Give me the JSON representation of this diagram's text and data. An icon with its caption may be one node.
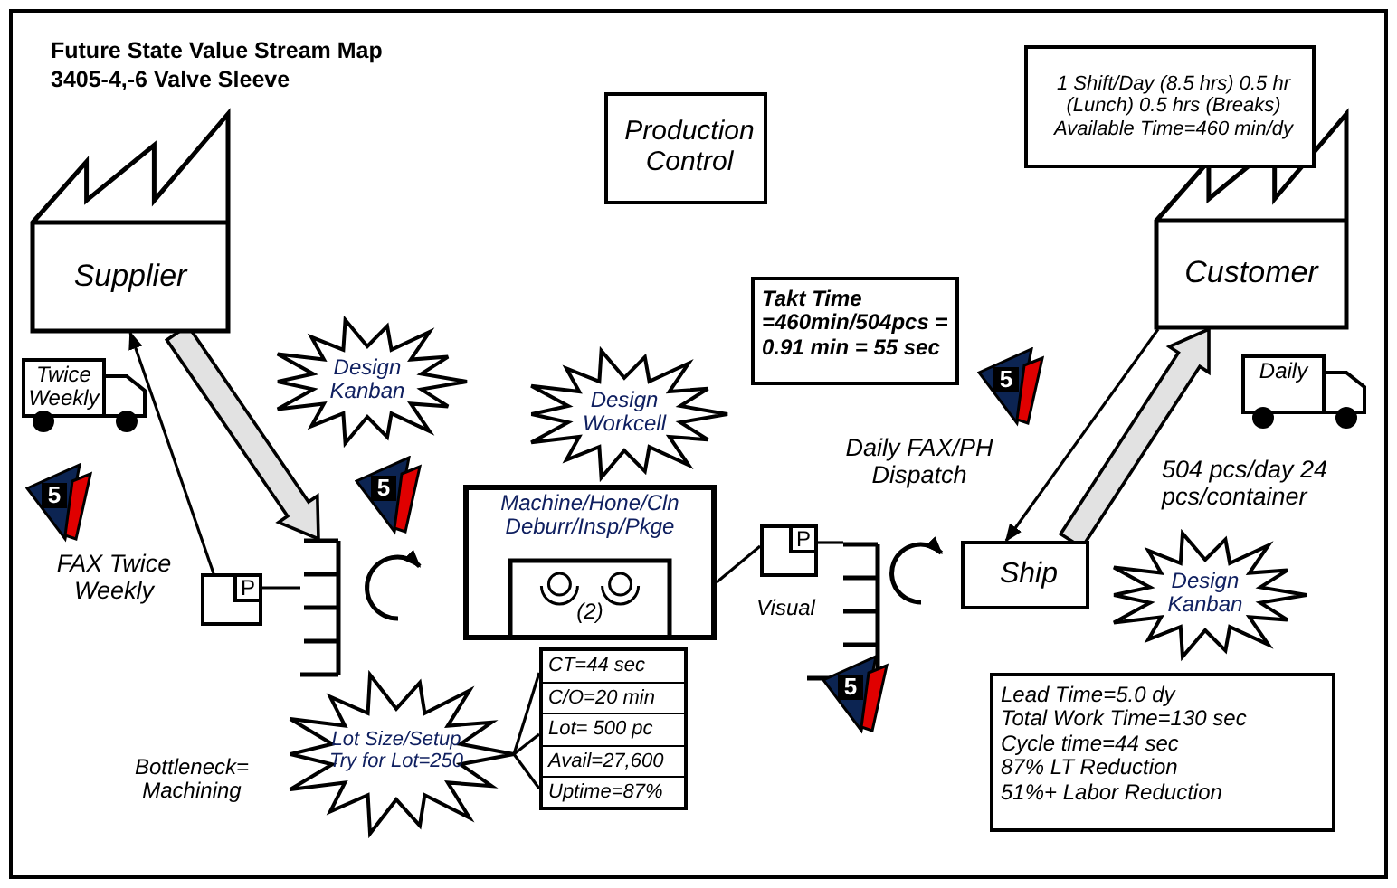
{
  "diagram": {
    "title": "Future State Value Stream Map 3405-4,-6 Valve Sleeve",
    "nodes": [
      {
        "text": [
          "Supplier"
        ]
      },
      {
        "text": [
          "Production Control"
        ]
      },
      {
        "text": [
          "1 Shift/Day (8.5 hrs) 0.5 hr (Lunch) 0.5 hrs (Breaks) Available Time=460 min/dy"
        ]
      },
      {
        "text": [
          "Customer"
        ]
      },
      {
        "text": [
          "Design Kanban"
        ]
      },
      {
        "text": [
          "Takt Time =460min/504pcs = 0.91 min = 55 sec"
        ]
      },
      {
        "text": [
          "Design Workcell"
        ]
      },
      {
        "text": [
          "Twice Weekly"
        ]
      },
      {
        "text": [
          "Daily"
        ]
      },
      {
        "text": [
          "Machine/Hone/Cln Deburr/Insp/Pkge",
          "(2)"
        ]
      },
      {
        "text": [
          "P"
        ]
      },
      {
        "text": [],
        "shape": "supermarket"
      },
      {
        "text": [
          "P"
        ]
      },
      {
        "text": [],
        "shape": "supermarket",
        "beside": [
          "Visual"
        ]
      },
      {
        "text": [
          "Ship"
        ]
      },
      {
        "text": [
          "Design Kanban"
        ]
      },
      {
        "text": [
          "Lot Size/Setup Try for Lot=250"
        ]
      },
      {
        "text": [
          "CT=44 sec",
          "C/O=20 min",
          "Lot= 500 pc",
          "Avail=27,600",
          "Uptime=87%"
        ]
      },
      {
        "text": [
          "Lead Time=5.0 dy",
          "Total Work Time=130 sec",
          "Cycle time=44 sec",
          "87% LT Reduction",
          "51%+ Labor Reduction"
        ]
      }
    ],
    "edges": [
      {
        "from": 10,
        "to": 0,
        "arrow": "to",
        "label": "FAX Twice Weekly"
      },
      {
        "from": 0,
        "to": 11,
        "arrow": "to",
        "style": "thick"
      },
      {
        "from": 10,
        "to": 11,
        "arrow": "none"
      },
      {
        "from": 9,
        "to": 12,
        "arrow": "none"
      },
      {
        "from": 12,
        "to": 13,
        "arrow": "none"
      },
      {
        "from": 3,
        "to": 14,
        "arrow": "to",
        "label": "Daily FAX/PH Dispatch"
      },
      {
        "from": 14,
        "to": 3,
        "arrow": "to",
        "style": "thick"
      },
      {
        "from": 16,
        "to": 17,
        "arrow": "none"
      },
      {
        "from": 16,
        "to": 17,
        "arrow": "none"
      },
      {
        "from": 16,
        "to": 17,
        "arrow": "none"
      }
    ],
    "labels": [
      "5",
      "5",
      "5",
      "5",
      "Bottleneck= Machining",
      "504 pcs/day 24 pcs/container"
    ]
  }
}
